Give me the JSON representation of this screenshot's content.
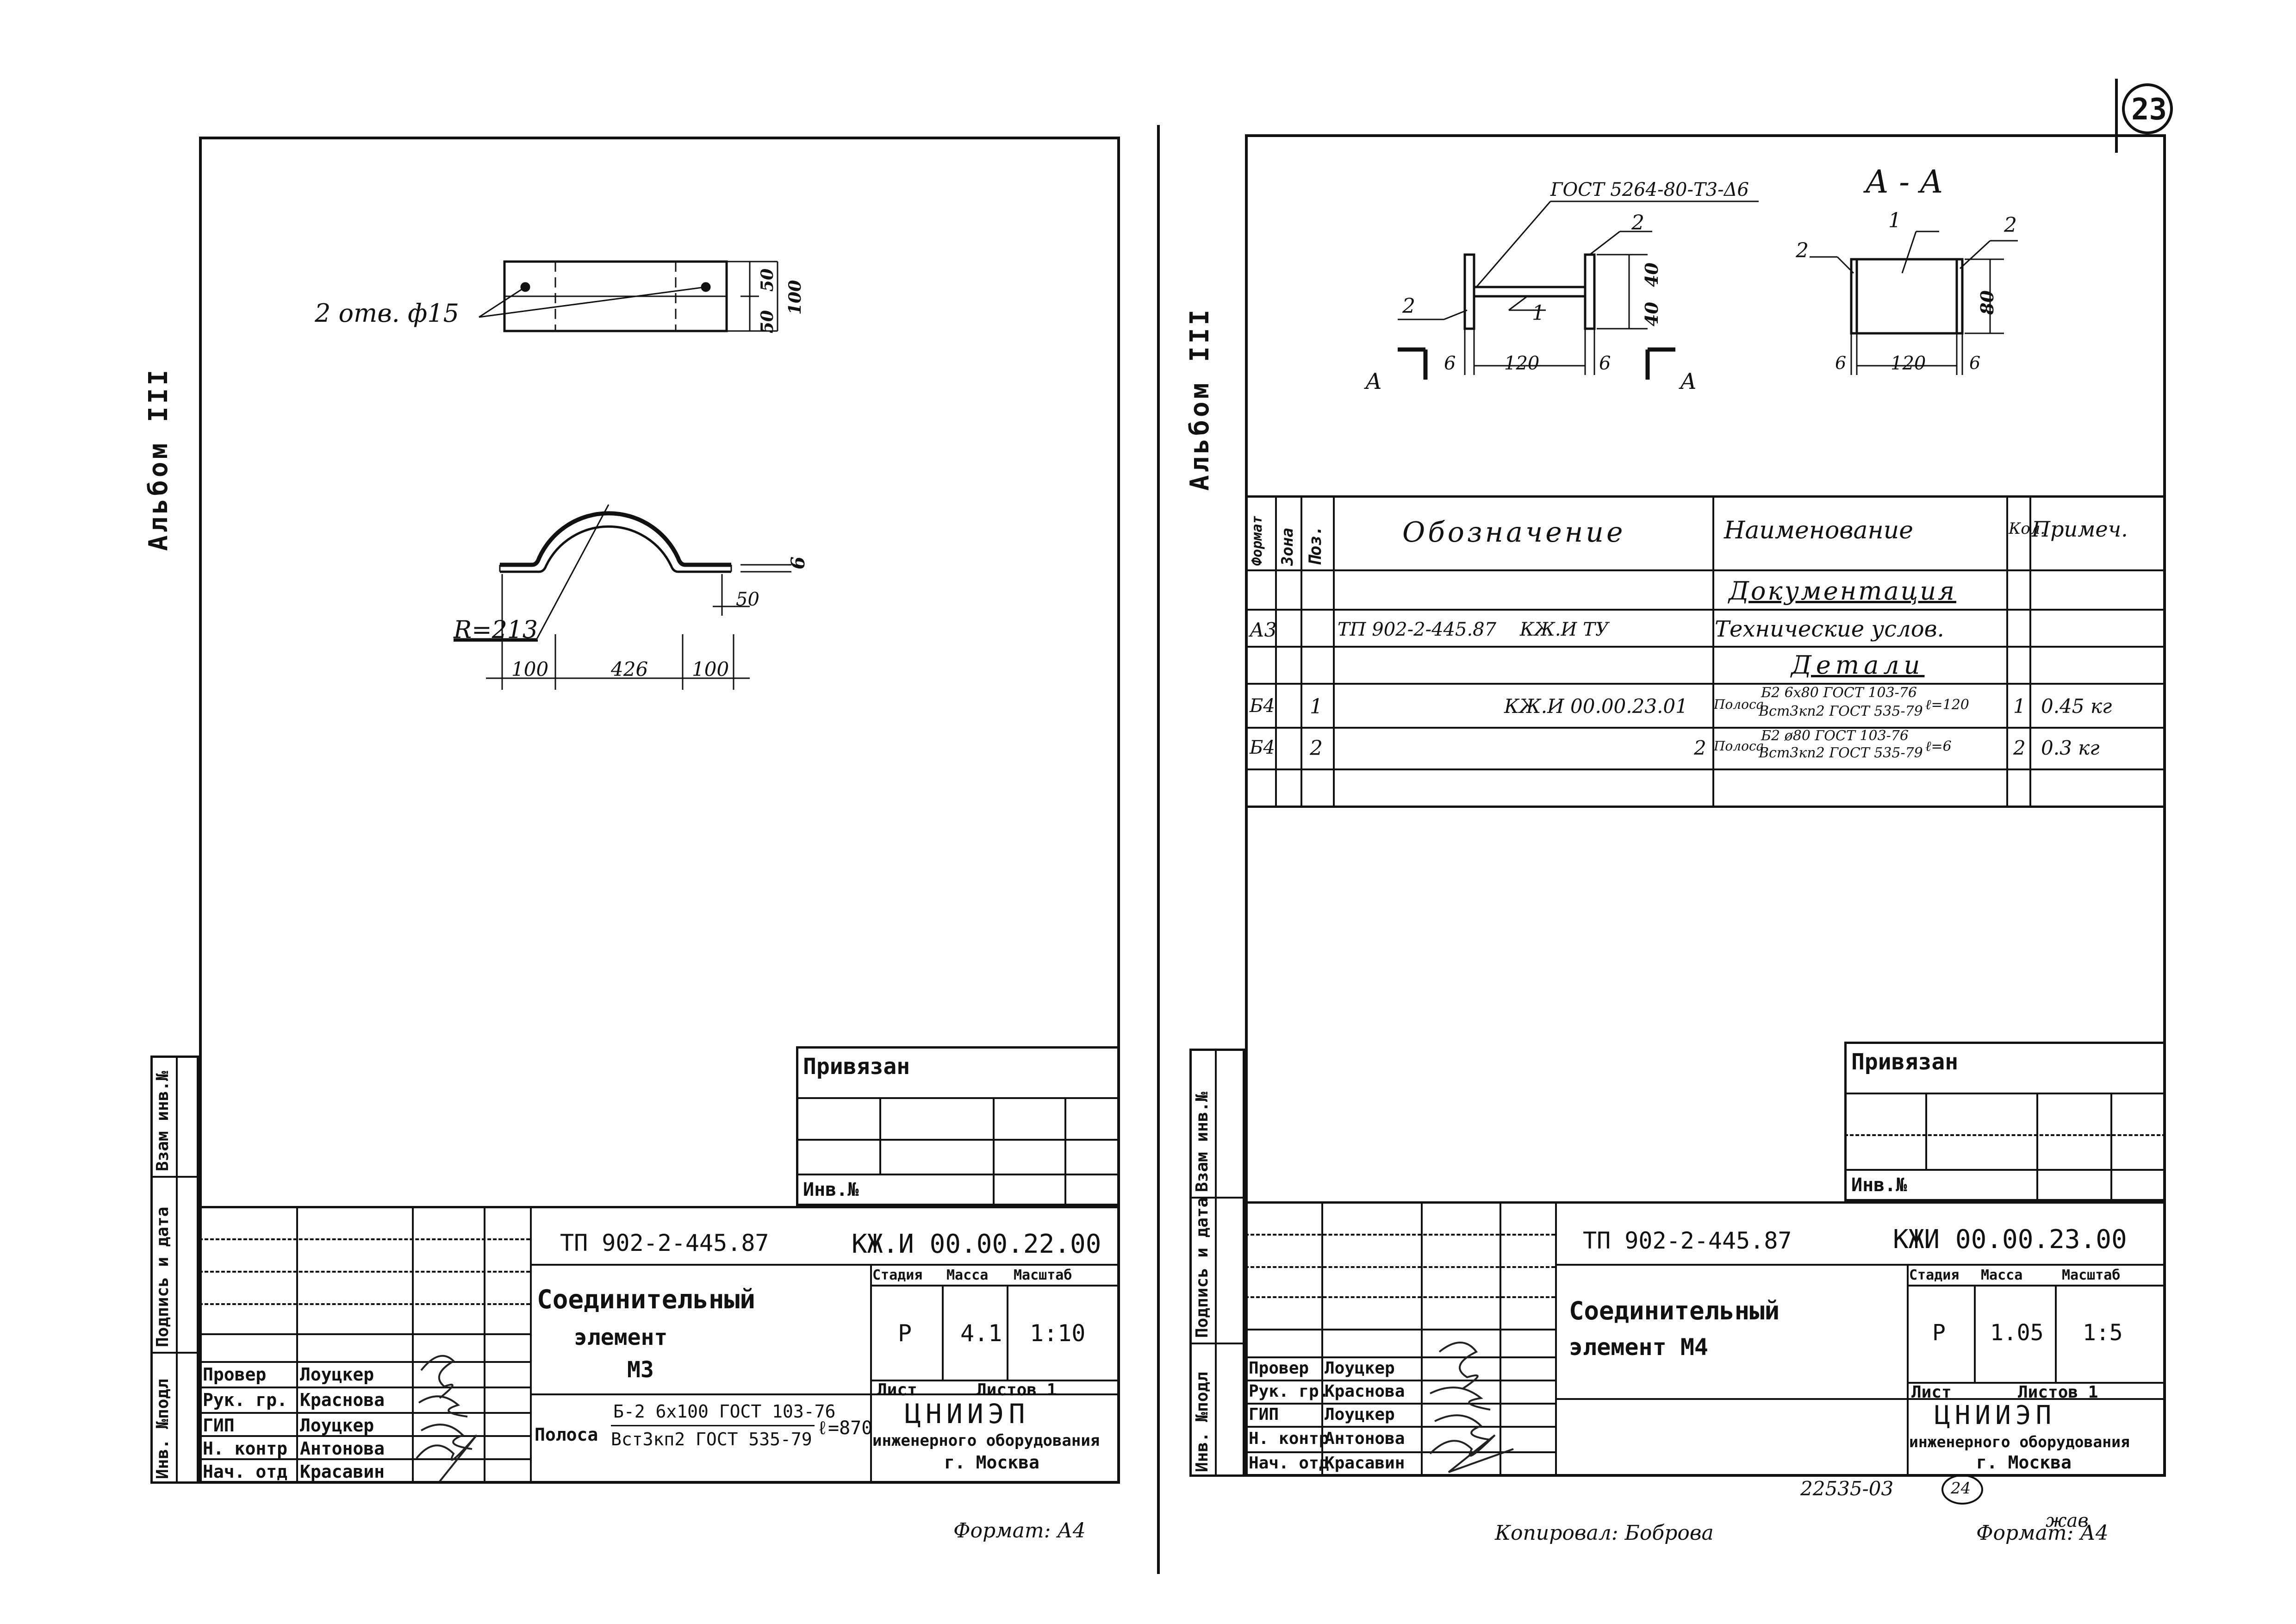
{
  "page_number": "23",
  "copied_by": "Копировал: Боброва",
  "doc_number": "22535-03",
  "doc_sheet_mark": "24",
  "corner_note": "жав",
  "common": {
    "album": "Альбом III",
    "side_labels": [
      "Инв. №подл",
      "Подпись и дата",
      "Взам инв.№"
    ],
    "privyazan": "Привязан",
    "inv": "Инв.№",
    "project": "ТП 902-2-445.87",
    "stage_h": "Стадия",
    "mass_h": "Масса",
    "scale_h": "Масштаб",
    "sheet_h": "Лист",
    "sheets_h": "Листов 1",
    "org": [
      "ЦНИИЭП",
      "инженерного оборудования",
      "г. Москва"
    ],
    "roles": [
      "Провер",
      "Рук. гр.",
      "ГИП",
      "Н. контр",
      "Нач. отд"
    ],
    "names": [
      "Лоуцкер",
      "Краснова",
      "Лоуцкер",
      "Антонова",
      "Красавин"
    ],
    "format": "Формат: А4"
  },
  "left_sheet": {
    "code": "КЖ.И 00.00.22.00",
    "title": [
      "Соединительный",
      "элемент",
      "М3"
    ],
    "stage": "Р",
    "mass": "4.1",
    "scale": "1:10",
    "material_label": "Полоса",
    "material_spec": [
      "Б-2 6х100 ГОСТ 103-76",
      "Вст3кп2 ГОСТ 535-79"
    ],
    "material_length": "ℓ=870",
    "drawing": {
      "holes_note": "2 отв. ф15",
      "dims": [
        "50",
        "50",
        "100",
        "6",
        "50",
        "R=213",
        "100",
        "426",
        "100"
      ]
    }
  },
  "right_sheet": {
    "code": "КЖИ 00.00.23.00",
    "title": [
      "Соединительный",
      "элемент М4"
    ],
    "stage": "Р",
    "mass": "1.05",
    "scale": "1:5",
    "drawing": {
      "weld_note": "ГОСТ 5264-80-Т3-Δ6",
      "section": "А - А",
      "marks": [
        "2",
        "2",
        "1",
        "А",
        "А",
        "2",
        "1",
        "2"
      ],
      "dims_front": [
        "40",
        "40",
        "6",
        "120",
        "6"
      ],
      "dims_section": [
        "80",
        "6",
        "120",
        "6"
      ]
    },
    "spec": {
      "headers": [
        "Формат",
        "Зона",
        "Поз.",
        "Обозначение",
        "Наименование",
        "Кол.",
        "Примеч."
      ],
      "section_docs": "Документация",
      "doc_row": {
        "format": "А3",
        "designation": "ТП 902-2-445.87    КЖ.И ТУ",
        "name": "Технические услов."
      },
      "section_parts": "Детали",
      "rows": [
        {
          "format": "Б4",
          "pos": "1",
          "designation": "КЖ.И 00.00.23.01",
          "name": "Полоса",
          "spec_top": "Б2 6х80 ГОСТ 103-76",
          "spec_bottom": "Вст3кп2 ГОСТ 535-79",
          "len": "ℓ=120",
          "qty": "1",
          "note": "0.45 кг"
        },
        {
          "format": "Б4",
          "pos": "2",
          "designation": "2",
          "name": "Полоса",
          "spec_top": "Б2 ø80 ГОСТ 103-76",
          "spec_bottom": "Вст3кп2 ГОСТ 535-79",
          "len": "ℓ=6",
          "qty": "2",
          "note": "0.3 кг"
        }
      ]
    }
  }
}
